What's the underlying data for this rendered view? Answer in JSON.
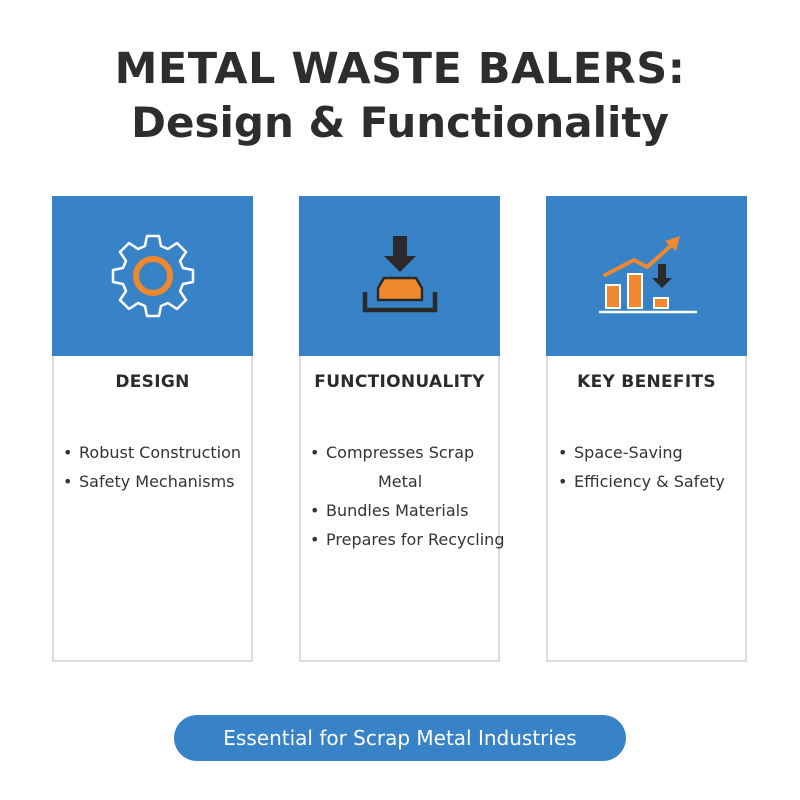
{
  "title": {
    "line1": "METAL WASTE BALERS:",
    "line2": "Design & Functionality"
  },
  "colors": {
    "accent_blue": "#3883c8",
    "accent_orange": "#f0882e",
    "text_dark": "#2b2b2b"
  },
  "cards": [
    {
      "icon": "gear-icon",
      "heading": "DESIGN",
      "items": [
        "Robust Construction",
        "Safety Mechanisms"
      ]
    },
    {
      "icon": "compression-press-icon",
      "heading": "FUNCTIONUALITY",
      "items": [
        "Compresses Scrap",
        "Metal",
        "Bundles Materials",
        "Prepares for Recycling"
      ]
    },
    {
      "icon": "growth-chart-icon",
      "heading": "KEY BENEFITS",
      "items": [
        "Space-Saving",
        "Efficiency & Safety"
      ]
    }
  ],
  "footer": {
    "label": "Essential for Scrap Metal Industries"
  }
}
